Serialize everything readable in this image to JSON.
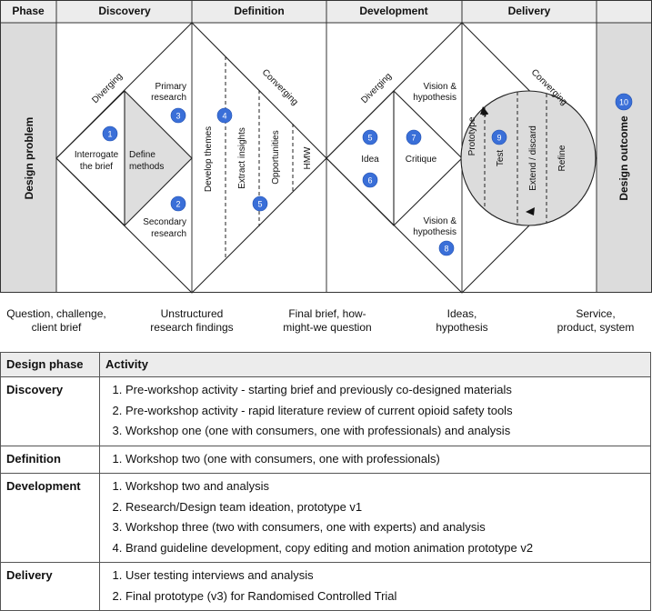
{
  "header": {
    "phase": "Phase",
    "discovery": "Discovery",
    "definition": "Definition",
    "development": "Development",
    "delivery": "Delivery"
  },
  "sides": {
    "left": "Design problem",
    "right": "Design outcome"
  },
  "diagram": {
    "diverging_1": "Diverging",
    "converging_1": "Converging",
    "diverging_2": "Diverging",
    "converging_2": "Converging",
    "interrogate_1": "Interrogate",
    "interrogate_2": "the brief",
    "define_1": "Define",
    "define_2": "methods",
    "primary_1": "Primary",
    "primary_2": "research",
    "secondary_1": "Secondary",
    "secondary_2": "research",
    "develop_themes": "Develop themes",
    "extract_insights": "Extract  insights",
    "opportunities": "Opportunities",
    "hmw": "HMW",
    "idea": "Idea",
    "critique": "Critique",
    "vision_top_1": "Vision &",
    "vision_top_2": "hypothesis",
    "vision_bot_1": "Vision &",
    "vision_bot_2": "hypothesis",
    "prototype": "Prototype",
    "test": "Test",
    "extend_discard": "Extend / discard",
    "refine": "Refine"
  },
  "badges": [
    "1",
    "2",
    "3",
    "4",
    "5",
    "5",
    "6",
    "7",
    "8",
    "9",
    "10"
  ],
  "bottom": {
    "b1_1": "Question, challenge,",
    "b1_2": "client brief",
    "b2_1": "Unstructured",
    "b2_2": "research findings",
    "b3_1": "Final brief, how-",
    "b3_2": "might-we question",
    "b4_1": "Ideas,",
    "b4_2": "hypothesis",
    "b5_1": "Service,",
    "b5_2": "product, system"
  },
  "table": {
    "col_phase": "Design phase",
    "col_activity": "Activity",
    "rows": [
      {
        "phase": "Discovery",
        "items": [
          "Pre-workshop activity - starting brief and previously co-designed materials",
          "Pre-workshop activity - rapid literature review of current opioid safety tools",
          "Workshop one (one with consumers, one with professionals) and analysis"
        ]
      },
      {
        "phase": "Definition",
        "items": [
          "Workshop two (one with consumers, one with professionals)"
        ]
      },
      {
        "phase": "Development",
        "items": [
          "Workshop two and analysis",
          "Research/Design team ideation, prototype v1",
          "Workshop three (two with consumers, one with experts) and analysis",
          "Brand guideline development, copy editing and motion animation prototype v2"
        ]
      },
      {
        "phase": "Delivery",
        "items": [
          "User testing interviews and analysis",
          "Final prototype (v3) for Randomised Controlled Trial"
        ]
      }
    ]
  },
  "colors": {
    "badge": "#3a6fd8",
    "side_fill": "#dcdcdc",
    "line": "#222222"
  }
}
